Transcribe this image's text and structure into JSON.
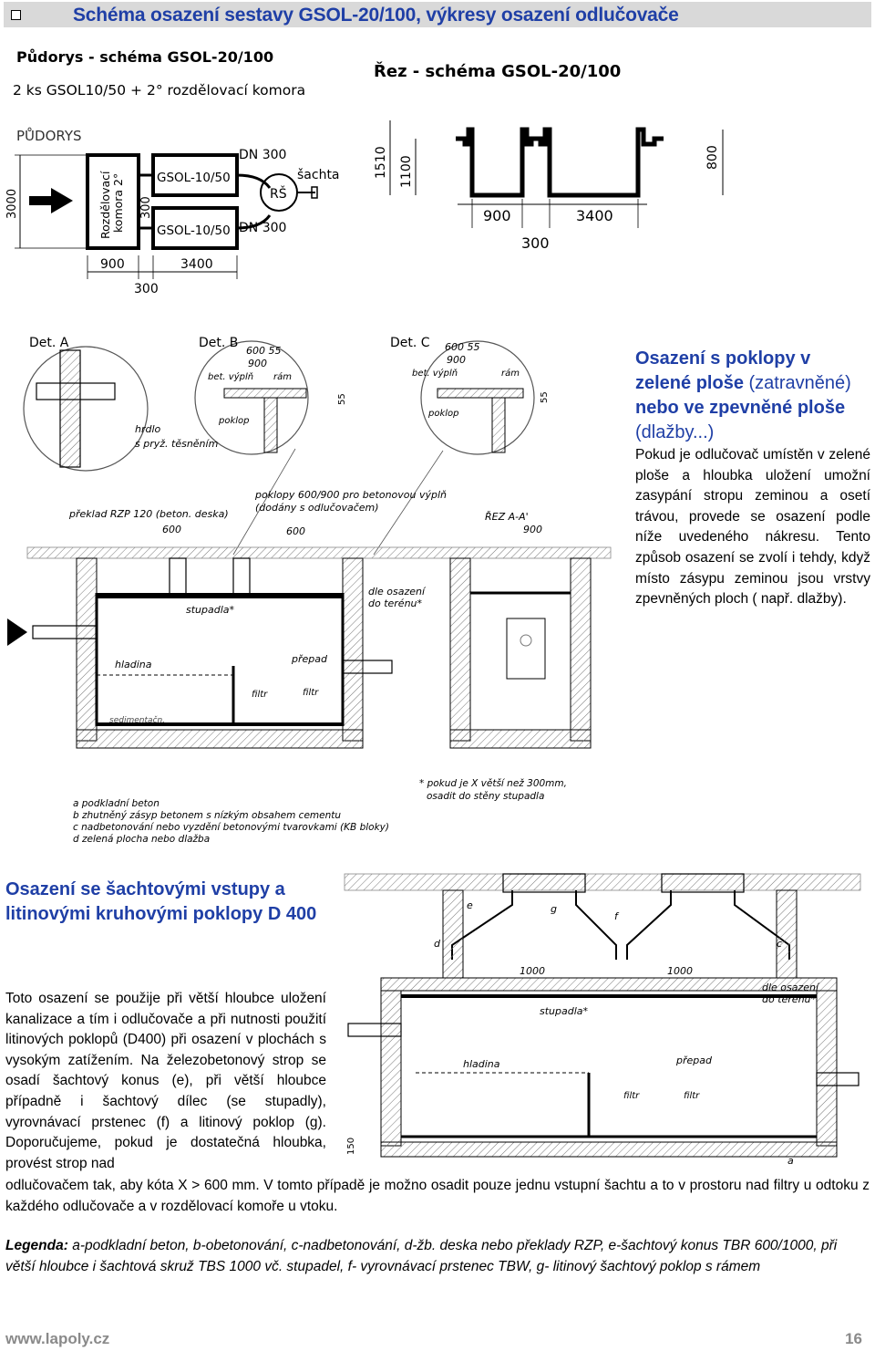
{
  "header": {
    "title": "Schéma osazení sestavy GSOL-20/100, výkresy osazení odlučovače"
  },
  "plan_drawing": {
    "title_line1": "Půdorys - schéma GSOL-20/100",
    "title_line2": "2 ks GSOL10/50  + 2° rozdělovací komora",
    "view_label": "PŮDORYS",
    "dim_height": "3000",
    "chamber_label_a": "Rozdělovací",
    "chamber_label_b": "komora 2°",
    "dim_300_side": "300",
    "unit_top": "GSOL-10/50",
    "unit_bottom": "GSOL-10/50",
    "pipe_top": "DN 300",
    "pipe_bottom": "DN 300",
    "manhole": "RŠ",
    "shaft": "šachta",
    "dim_900": "900",
    "dim_3400": "3400",
    "dim_300": "300"
  },
  "section_drawing": {
    "title": "Řez - schéma GSOL-20/100",
    "dim_1510": "1510",
    "dim_1100": "1100",
    "dim_800": "800",
    "dim_900": "900",
    "dim_3400": "3400",
    "dim_300": "300"
  },
  "detail_drawing": {
    "det_a": "Det. A",
    "det_b": "Det. B",
    "det_c": "Det. C",
    "lbl_600_55": "600 55",
    "lbl_900": "900",
    "lbl_vyplne": "bet. výplň",
    "lbl_ram": "rám",
    "lbl_poklop": "poklop",
    "lbl_55": "55",
    "lbl_hrdlo": "hrdlo",
    "lbl_tesneni": "s pryž. těsněním",
    "lbl_poklopy_1": "poklopy 600/900 pro betonovou výplň",
    "lbl_poklopy_2": "(dodány s odlučovačem)",
    "lbl_preklad": "překlad RZP 120 (beton. deska)",
    "lbl_rez": "ŘEZ A-A'",
    "lbl_600": "600",
    "lbl_stupadla": "stupadla*",
    "lbl_hladina": "hladina",
    "lbl_prepad": "přepad",
    "lbl_filtr": "filtr",
    "lbl_kal": "sedimentačn.",
    "lbl_do_terenu": "do terénu*",
    "lbl_dle": "dle osazení",
    "note_x_1": "* pokud je X větší než 300mm,",
    "note_x_2": "osadit do stěny stupadla",
    "legend_a": "a  podkladní beton",
    "legend_b": "b  zhutněný zásyp betonem s nízkým obsahem cementu",
    "legend_c": "c  nadbetonování nebo vyzdění betonovými tvarovkami (KB bloky)",
    "legend_d": "d  zelená plocha nebo dlažba"
  },
  "side_section": {
    "title_bold_1": "Osazení s poklopy v zelené ploše",
    "title_thin_1": " (zatravněné) ",
    "title_bold_2": "nebo ve zpevněné ploše",
    "title_thin_2": " (dlažby...)",
    "text": "Pokud je odlučovač umístěn v zelené ploše a hloubka uložení umožní zasypání stropu zeminou a osetí trávou, provede se osazení podle níže uvedeného nákresu. Tento způsob osazení se zvolí i tehdy, když místo zásypu zeminou jsou vrstvy zpevněných ploch ( např. dlažby)."
  },
  "shaft_drawing": {
    "lbl_e": "e",
    "lbl_g": "g",
    "lbl_f": "f",
    "lbl_d": "d",
    "lbl_c": "c",
    "lbl_1000_a": "1000",
    "lbl_1000_b": "1000",
    "lbl_stupadla": "stupadla*",
    "lbl_dle": "dle osazení",
    "lbl_do_terenu": "do terénu*",
    "lbl_hladina": "hladina",
    "lbl_prepad": "přepad",
    "lbl_filtr": "filtr",
    "lbl_150": "150",
    "lbl_a": "a"
  },
  "shaft_section": {
    "title": "Osazení se šachtovými vstupy a litinovými kruhovými poklopy D 400",
    "text_narrow": "Toto osazení se použije při větší hloubce uložení kanalizace a tím i odlučovače a při nutnosti použití litinových poklopů (D400) při osazení v plochách s vysokým zatížením. Na železobetonový strop se osadí šachtový konus (e), při větší hloubce případně i šachtový dílec (se stupadly), vyrovnávací prstenec (f) a litinový poklop (g). Doporučujeme, pokud je dostatečná hloubka, provést strop nad",
    "text_wide": "odlučovačem tak, aby kóta X > 600 mm. V tomto případě je možno osadit pouze jednu vstupní šachtu a to v prostoru nad filtry u odtoku z každého odlučovače a v rozdělovací komoře u vtoku."
  },
  "legend": {
    "label": "Legenda:",
    "text": " a-podkladní beton, b-obetonování, c-nadbetonování, d-žb. deska nebo překlady RZP, e-šachtový konus TBR 600/1000, při větší hloubce i šachtová skruž TBS 1000 vč. stupadel, f- vyrovnávací prstenec TBW, g- litinový šachtový poklop s rámem"
  },
  "footer": {
    "url": "www.lapoly.cz",
    "page": "16"
  },
  "colors": {
    "title_blue": "#1f3fa6",
    "header_bg": "#d9d9d9",
    "footer_grey": "#8a8a8a"
  }
}
